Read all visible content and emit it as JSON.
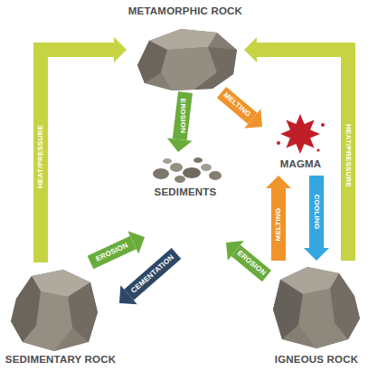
{
  "diagram": {
    "nodes": [
      {
        "text": [
          "METAMORPHIC ROCK"
        ]
      },
      {
        "text": [
          "MAGMA"
        ]
      },
      {
        "text": [
          "SEDIMENTS"
        ]
      },
      {
        "text": [
          "SEDIMENTARY ROCK"
        ]
      },
      {
        "text": [
          "IGNEOUS ROCK"
        ]
      }
    ],
    "edges": [
      {
        "from": 3,
        "to": 0,
        "arrow": "to",
        "label": "HEAT/PRESSURE"
      },
      {
        "from": 4,
        "to": 0,
        "arrow": "to",
        "label": "HEAT/PRESSURE"
      },
      {
        "from": 0,
        "to": 2,
        "arrow": "to",
        "label": "EROSION"
      },
      {
        "from": 0,
        "to": 1,
        "arrow": "to",
        "label": "MELTING"
      },
      {
        "from": 1,
        "to": 4,
        "arrow": "to",
        "label": "COOLING"
      },
      {
        "from": 4,
        "to": 1,
        "arrow": "to",
        "label": "MELTING"
      },
      {
        "from": 4,
        "to": 2,
        "arrow": "to",
        "label": "EROSION"
      },
      {
        "from": 3,
        "to": 2,
        "arrow": "to",
        "label": "EROSION"
      },
      {
        "from": 2,
        "to": 3,
        "arrow": "to",
        "label": "CEMENTATION"
      }
    ]
  }
}
